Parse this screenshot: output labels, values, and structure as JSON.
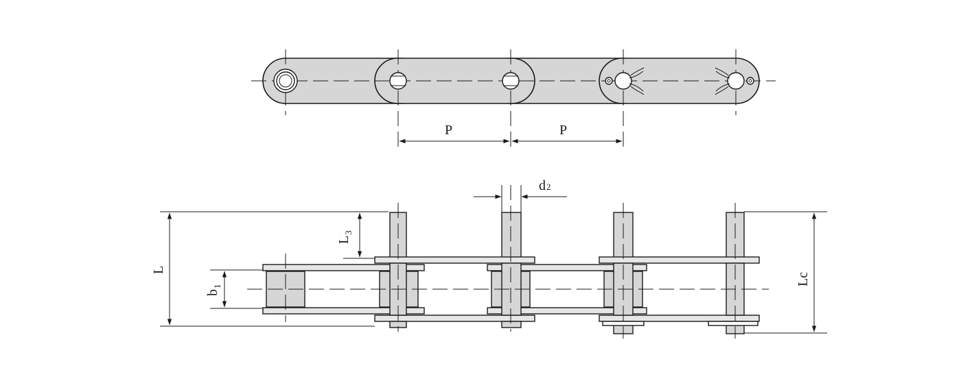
{
  "labels": {
    "pitch_left": "P",
    "pitch_right": "P",
    "d2_main": "d",
    "d2_sub": "2",
    "L3_main": "L",
    "L3_sub": "3",
    "L": "L",
    "b1_main": "b",
    "b1_sub": "1",
    "Lc": "Lc"
  }
}
